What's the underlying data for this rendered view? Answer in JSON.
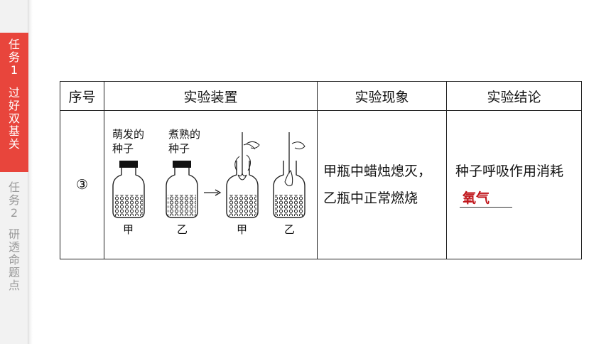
{
  "sidebar": {
    "items": [
      {
        "label_top": "任务1",
        "label_bottom": "过好双基关",
        "active": true
      },
      {
        "label_top": "任务2",
        "label_bottom": "研透命题点",
        "active": false
      }
    ]
  },
  "table": {
    "headers": [
      "序号",
      "实验装置",
      "实验现象",
      "实验结论"
    ],
    "row": {
      "number": "③",
      "apparatus": {
        "label_germinating": [
          "萌发的",
          "种子"
        ],
        "label_boiled": [
          "煮熟的",
          "种子"
        ],
        "jar_jia": "甲",
        "jar_yi": "乙"
      },
      "phenomenon": [
        "甲瓶中蜡烛熄灭，",
        "乙瓶中正常燃烧"
      ],
      "conclusion_prefix": "种子呼吸作用消耗",
      "conclusion_answer": "氧气"
    }
  },
  "colors": {
    "active_tab": "#e8453c",
    "answer": "#c0161b"
  }
}
